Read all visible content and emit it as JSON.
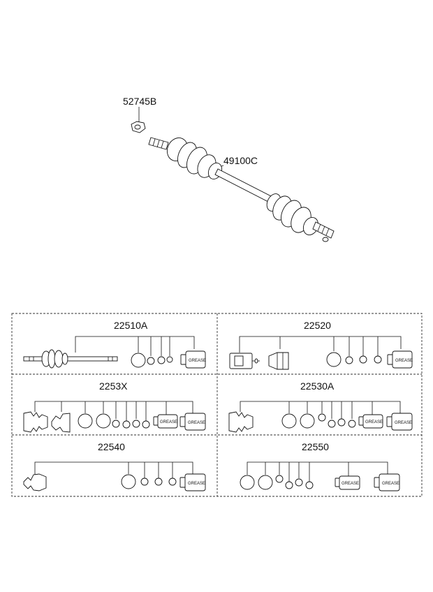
{
  "parts": {
    "nut": "52745B",
    "shaft_assy": "49100C"
  },
  "kits": [
    {
      "code": "22510A",
      "grease_labels": [
        "GREASE"
      ]
    },
    {
      "code": "22520",
      "grease_labels": [
        "GREASE"
      ]
    },
    {
      "code": "2253X",
      "grease_labels": [
        "GREASE",
        "GREASE"
      ]
    },
    {
      "code": "22530A",
      "grease_labels": [
        "GREASE",
        "GREASE"
      ]
    },
    {
      "code": "22540",
      "grease_labels": [
        "GREASE"
      ]
    },
    {
      "code": "22550",
      "grease_labels": [
        "GREASE",
        "GREASE"
      ]
    }
  ],
  "colors": {
    "line": "#111111",
    "background": "#ffffff"
  }
}
